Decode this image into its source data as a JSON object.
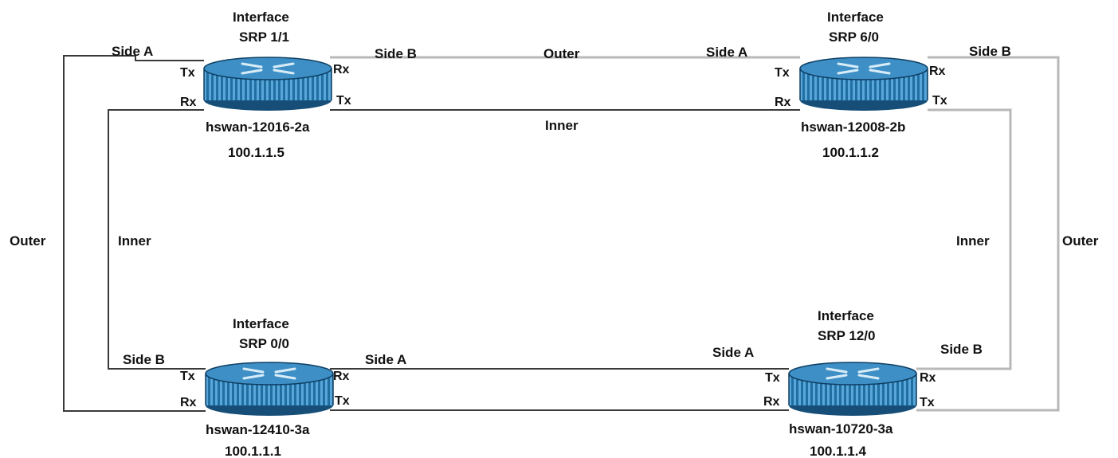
{
  "ring_labels": {
    "outer_top": "Outer",
    "inner_top": "Inner",
    "outer_left": "Outer",
    "inner_left": "Inner",
    "inner_right": "Inner",
    "outer_right": "Outer"
  },
  "routers": [
    {
      "id": "hswan-12016-2a",
      "interface_title": "Interface",
      "interface": "SRP 1/1",
      "hostname": "hswan-12016-2a",
      "ip": "100.1.1.5",
      "side_left": "Side A",
      "side_right": "Side B",
      "ports_left": [
        "Tx",
        "Rx"
      ],
      "ports_right": [
        "Rx",
        "Tx"
      ]
    },
    {
      "id": "hswan-12008-2b",
      "interface_title": "Interface",
      "interface": "SRP 6/0",
      "hostname": "hswan-12008-2b",
      "ip": "100.1.1.2",
      "side_left": "Side A",
      "side_right": "Side B",
      "ports_left": [
        "Tx",
        "Rx"
      ],
      "ports_right": [
        "Rx",
        "Tx"
      ]
    },
    {
      "id": "hswan-12410-3a",
      "interface_title": "Interface",
      "interface": "SRP 0/0",
      "hostname": "hswan-12410-3a",
      "ip": "100.1.1.1",
      "side_left": "Side B",
      "side_right": "Side A",
      "ports_left": [
        "Tx",
        "Rx"
      ],
      "ports_right": [
        "Rx",
        "Tx"
      ]
    },
    {
      "id": "hswan-10720-3a",
      "interface_title": "Interface",
      "interface": "SRP 12/0",
      "hostname": "hswan-10720-3a",
      "ip": "100.1.1.4",
      "side_left": "Side A",
      "side_right": "Side B",
      "ports_left": [
        "Tx",
        "Rx"
      ],
      "ports_right": [
        "Rx",
        "Tx"
      ]
    }
  ],
  "colors": {
    "router_body": "#1f6fa3",
    "router_top": "#3e8fc6",
    "router_dark": "#0e3f63",
    "inner_ring": "#3a3a3a",
    "outer_ring": "#b8b8b8"
  }
}
